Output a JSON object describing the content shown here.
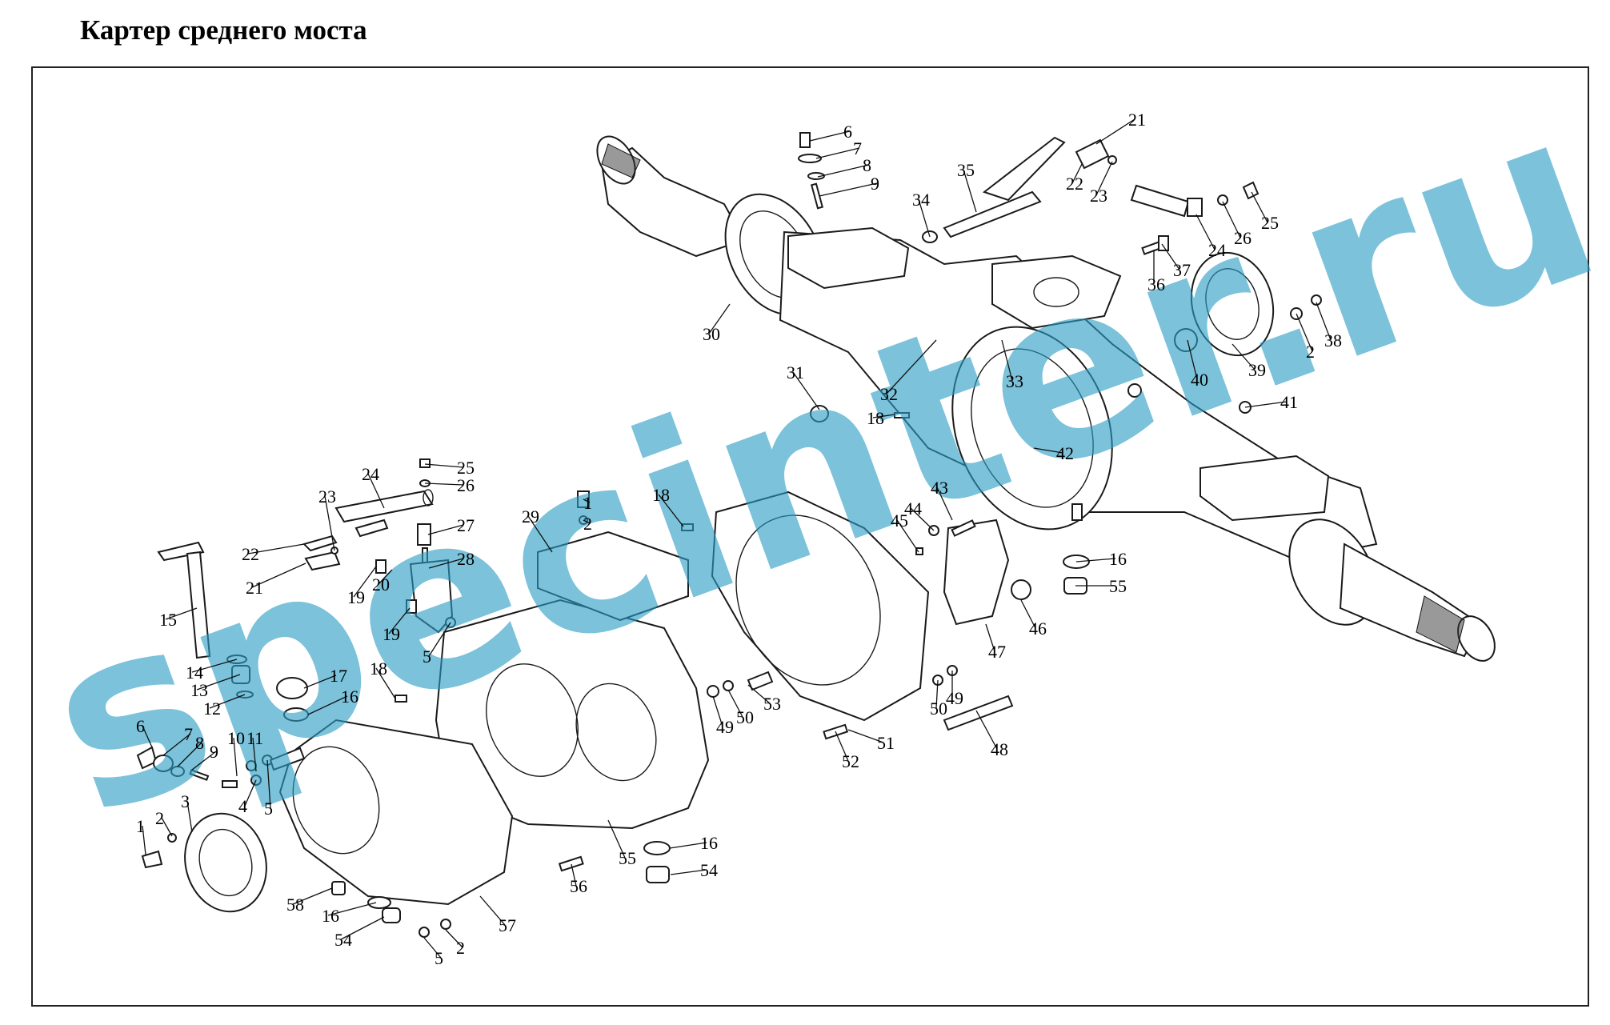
{
  "title": "Картер среднего моста",
  "watermark": "specinter.ru",
  "colors": {
    "watermark": "#2a9cc3",
    "line": "#1a1a1a"
  },
  "labels": [
    {
      "id": "l6a",
      "text": "6"
    },
    {
      "id": "l7a",
      "text": "7"
    },
    {
      "id": "l8a",
      "text": "8"
    },
    {
      "id": "l9a",
      "text": "9"
    },
    {
      "id": "l34",
      "text": "34"
    },
    {
      "id": "l35",
      "text": "35"
    },
    {
      "id": "l21a",
      "text": "21"
    },
    {
      "id": "l22a",
      "text": "22"
    },
    {
      "id": "l23a",
      "text": "23"
    },
    {
      "id": "l24a",
      "text": "24"
    },
    {
      "id": "l26a",
      "text": "26"
    },
    {
      "id": "l25a",
      "text": "25"
    },
    {
      "id": "l36",
      "text": "36"
    },
    {
      "id": "l37",
      "text": "37"
    },
    {
      "id": "l30",
      "text": "30"
    },
    {
      "id": "l31",
      "text": "31"
    },
    {
      "id": "l32",
      "text": "32"
    },
    {
      "id": "l33",
      "text": "33"
    },
    {
      "id": "l18a",
      "text": "18"
    },
    {
      "id": "l42",
      "text": "42"
    },
    {
      "id": "l39",
      "text": "39"
    },
    {
      "id": "l2a",
      "text": "2"
    },
    {
      "id": "l38",
      "text": "38"
    },
    {
      "id": "l40",
      "text": "40"
    },
    {
      "id": "l41",
      "text": "41"
    },
    {
      "id": "l25b",
      "text": "25"
    },
    {
      "id": "l26b",
      "text": "26"
    },
    {
      "id": "l24b",
      "text": "24"
    },
    {
      "id": "l27",
      "text": "27"
    },
    {
      "id": "l23b",
      "text": "23"
    },
    {
      "id": "l28",
      "text": "28"
    },
    {
      "id": "l22b",
      "text": "22"
    },
    {
      "id": "l21b",
      "text": "21"
    },
    {
      "id": "l1a",
      "text": "1"
    },
    {
      "id": "l2b",
      "text": "2"
    },
    {
      "id": "l18b",
      "text": "18"
    },
    {
      "id": "l29",
      "text": "29"
    },
    {
      "id": "l43",
      "text": "43"
    },
    {
      "id": "l44",
      "text": "44"
    },
    {
      "id": "l45",
      "text": "45"
    },
    {
      "id": "l16a",
      "text": "16"
    },
    {
      "id": "l55a",
      "text": "55"
    },
    {
      "id": "l19a",
      "text": "19"
    },
    {
      "id": "l20",
      "text": "20"
    },
    {
      "id": "l19b",
      "text": "19"
    },
    {
      "id": "l5a",
      "text": "5"
    },
    {
      "id": "l15",
      "text": "15"
    },
    {
      "id": "l46",
      "text": "46"
    },
    {
      "id": "l47",
      "text": "47"
    },
    {
      "id": "l14",
      "text": "14"
    },
    {
      "id": "l13",
      "text": "13"
    },
    {
      "id": "l12",
      "text": "12"
    },
    {
      "id": "l17",
      "text": "17"
    },
    {
      "id": "l16b",
      "text": "16"
    },
    {
      "id": "l18c",
      "text": "18"
    },
    {
      "id": "l53",
      "text": "53"
    },
    {
      "id": "l49a",
      "text": "49"
    },
    {
      "id": "l50a",
      "text": "50"
    },
    {
      "id": "l51",
      "text": "51"
    },
    {
      "id": "l50b",
      "text": "50"
    },
    {
      "id": "l49b",
      "text": "49"
    },
    {
      "id": "l48",
      "text": "48"
    },
    {
      "id": "l52",
      "text": "52"
    },
    {
      "id": "l6b",
      "text": "6"
    },
    {
      "id": "l7b",
      "text": "7"
    },
    {
      "id": "l8b",
      "text": "8"
    },
    {
      "id": "l9b",
      "text": "9"
    },
    {
      "id": "l10",
      "text": "10"
    },
    {
      "id": "l11",
      "text": "11"
    },
    {
      "id": "l4",
      "text": "4"
    },
    {
      "id": "l5b",
      "text": "5"
    },
    {
      "id": "l3",
      "text": "3"
    },
    {
      "id": "l1b",
      "text": "1"
    },
    {
      "id": "l2c",
      "text": "2"
    },
    {
      "id": "l16c",
      "text": "16"
    },
    {
      "id": "l54a",
      "text": "54"
    },
    {
      "id": "l55b",
      "text": "55"
    },
    {
      "id": "l56",
      "text": "56"
    },
    {
      "id": "l58",
      "text": "58"
    },
    {
      "id": "l16d",
      "text": "16"
    },
    {
      "id": "l54b",
      "text": "54"
    },
    {
      "id": "l57",
      "text": "57"
    },
    {
      "id": "l5c",
      "text": "5"
    },
    {
      "id": "l2d",
      "text": "2"
    }
  ]
}
